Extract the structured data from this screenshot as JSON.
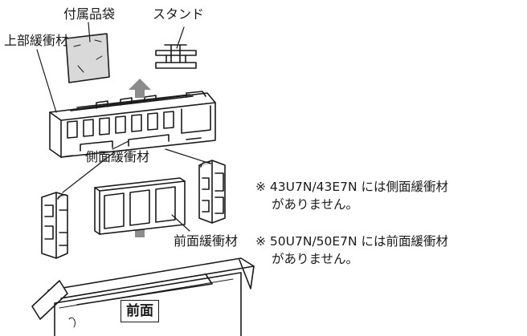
{
  "labels": {
    "accessory_bag": "付属品袋",
    "stand": "スタンド",
    "top_cushion": "上部緩衝材",
    "side_cushion": "側面緩衝材",
    "front_cushion": "前面緩衝材",
    "box_front": "前面"
  },
  "notes": [
    {
      "line1": "※ 43U7N/43E7N には側面緩衝材",
      "line2": "がありません。"
    },
    {
      "line1": "※ 50U7N/50E7N には前面緩衝材",
      "line2": "がありません。"
    }
  ],
  "colors": {
    "line": "#1a1a1a",
    "shade": "#d9d9d9",
    "arrow": "#8c8c8c"
  }
}
